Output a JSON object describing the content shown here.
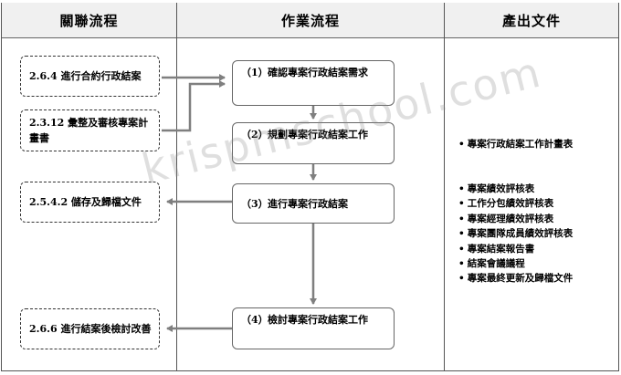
{
  "headers": {
    "related": "關聯流程",
    "workflow": "作業流程",
    "outputs": "產出文件"
  },
  "related_processes": {
    "r1": "2.6.4 進行合約行政結案",
    "r2": "2.3.12 彙整及審核專案計畫書",
    "r3": "2.5.4.2 儲存及歸檔文件",
    "r4": "2.6.6 進行結案後檢討改善"
  },
  "steps": [
    {
      "num": "（1）",
      "label": "確認專案行政結案需求"
    },
    {
      "num": "（2）",
      "label": "規劃專案行政結案工作"
    },
    {
      "num": "（3）",
      "label": "進行專案行政結案"
    },
    {
      "num": "（4）",
      "label": "檢討專案行政結案工作"
    }
  ],
  "outputs": {
    "group1": [
      "專案行政結案工作計畫表"
    ],
    "group2": [
      "專案績效評核表",
      "工作分包績效評核表",
      "專案經理績效評核表",
      "專案團隊成員績效評核表",
      "專案結案報告書",
      "結案會議議程",
      "專案最終更新及歸檔文件"
    ]
  },
  "watermark": "krispmschool.com",
  "colors": {
    "header_bg": "#f0f0f0",
    "arrow": "#7f7f7f",
    "border": "#555555"
  }
}
